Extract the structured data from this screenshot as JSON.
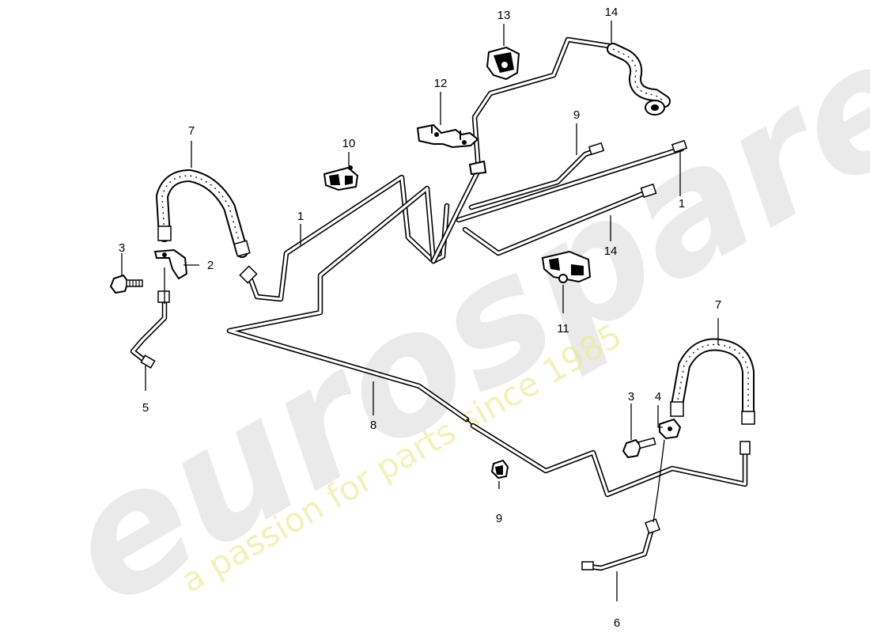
{
  "watermark": {
    "logo": "eurospares",
    "tagline": "a passion for parts since 1985"
  },
  "labels": {
    "p1a": "1",
    "p1b": "1",
    "p2": "2",
    "p3a": "3",
    "p3b": "3",
    "p4": "4",
    "p5": "5",
    "p6": "6",
    "p7a": "7",
    "p7b": "7",
    "p8": "8",
    "p9a": "9",
    "p9b": "9",
    "p10": "10",
    "p11": "11",
    "p12": "12",
    "p13": "13",
    "p14a": "14",
    "p14b": "14"
  }
}
